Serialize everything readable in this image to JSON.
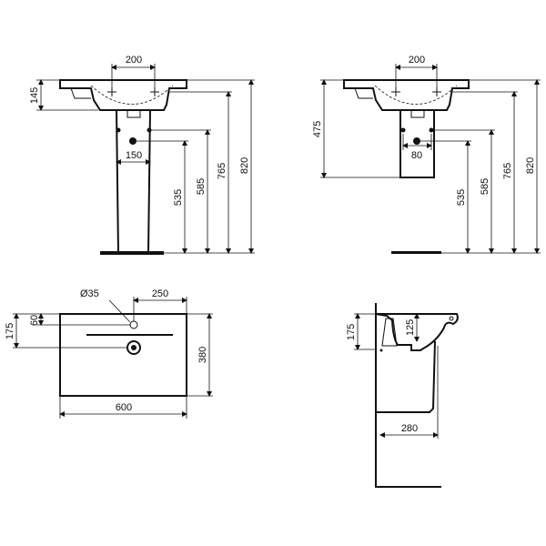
{
  "front_view": {
    "dims": {
      "tap_spacing": "200",
      "basin_depth": "145",
      "pedestal_width": "150",
      "waste_height": "535",
      "supply_height": "585",
      "bowl_height": "765",
      "rim_height": "820"
    }
  },
  "semi_pedestal_view": {
    "dims": {
      "tap_spacing": "200",
      "semi_pedestal_height": "475",
      "pedestal_width": "80",
      "waste_height": "535",
      "supply_height": "585",
      "bowl_height": "765",
      "rim_height": "820"
    }
  },
  "plan_view": {
    "dims": {
      "tap_hole_diameter": "Ø35",
      "tap_offset": "250",
      "depth_to_waste": "175",
      "depth_to_tap": "60",
      "depth": "380",
      "width": "600"
    }
  },
  "side_view": {
    "dims": {
      "rim_to_outlet": "175",
      "bowl_depth": "125",
      "pedestal_projection": "280"
    }
  }
}
